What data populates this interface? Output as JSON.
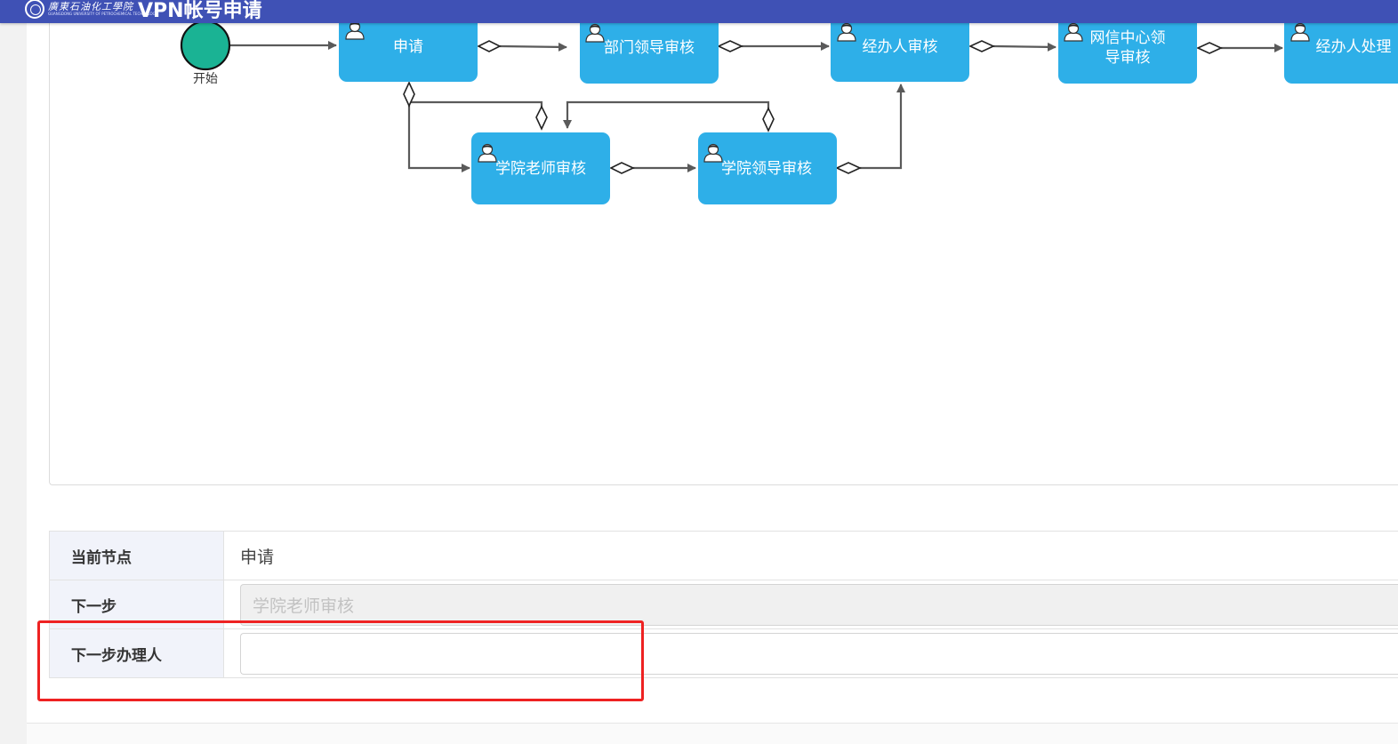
{
  "header": {
    "logo_text": "廣東石油化工學院",
    "logo_subtext": "GUANGDONG UNIVERSITY OF PETROCHEMICAL TECHNOLOGY",
    "title": "VPN帐号申请",
    "bar_color": "#3f51b5"
  },
  "flow": {
    "start_label": "开始",
    "nodes": [
      {
        "id": "apply",
        "label": "申请"
      },
      {
        "id": "dept_leader",
        "label": "部门领导审核"
      },
      {
        "id": "handler_review",
        "label": "经办人审核"
      },
      {
        "id": "netcenter_leader",
        "label": "网信中心领导审核",
        "lines": [
          "网信中心领",
          "导审核"
        ]
      },
      {
        "id": "handler_process",
        "label": "经办人处理"
      },
      {
        "id": "college_teacher",
        "label": "学院老师审核"
      },
      {
        "id": "college_leader",
        "label": "学院领导审核"
      }
    ],
    "node_color": "#2eafe8",
    "start_color": "#1ab394",
    "edge_color": "#5a5a5a",
    "icon": "user-icon"
  },
  "form": {
    "rows": [
      {
        "label": "当前节点",
        "value": "申请"
      },
      {
        "label": "下一步",
        "value": "学院老师审核"
      },
      {
        "label": "下一步办理人",
        "value": ""
      }
    ]
  },
  "annotation": {
    "color": "#ee2222"
  }
}
